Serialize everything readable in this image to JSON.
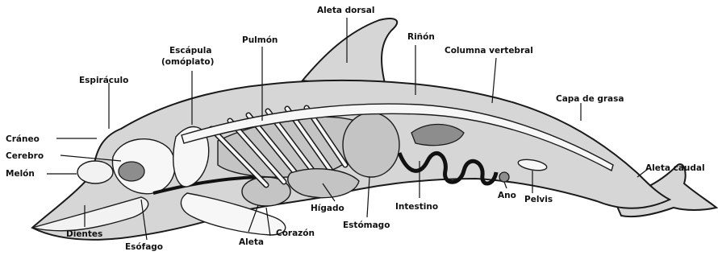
{
  "diagram": {
    "labels": {
      "aleta_dorsal": "Aleta dorsal",
      "rinon": "Riñón",
      "columna_vertebral": "Columna vertebral",
      "capa_de_grasa": "Capa de grasa",
      "escapula_1": "Escápula",
      "escapula_2": "(omóplato)",
      "pulmon": "Pulmón",
      "espiraculo": "Espiráculo",
      "craneo": "Cráneo",
      "cerebro": "Cerebro",
      "melon": "Melón",
      "dientes": "Dientes",
      "esofago": "Esófago",
      "aleta": "Aleta",
      "corazon": "Corazón",
      "higado": "Hígado",
      "estomago": "Estómago",
      "intestino": "Intestino",
      "ano": "Ano",
      "pelvis": "Pelvis",
      "aleta_caudal": "Aleta caudal"
    }
  }
}
